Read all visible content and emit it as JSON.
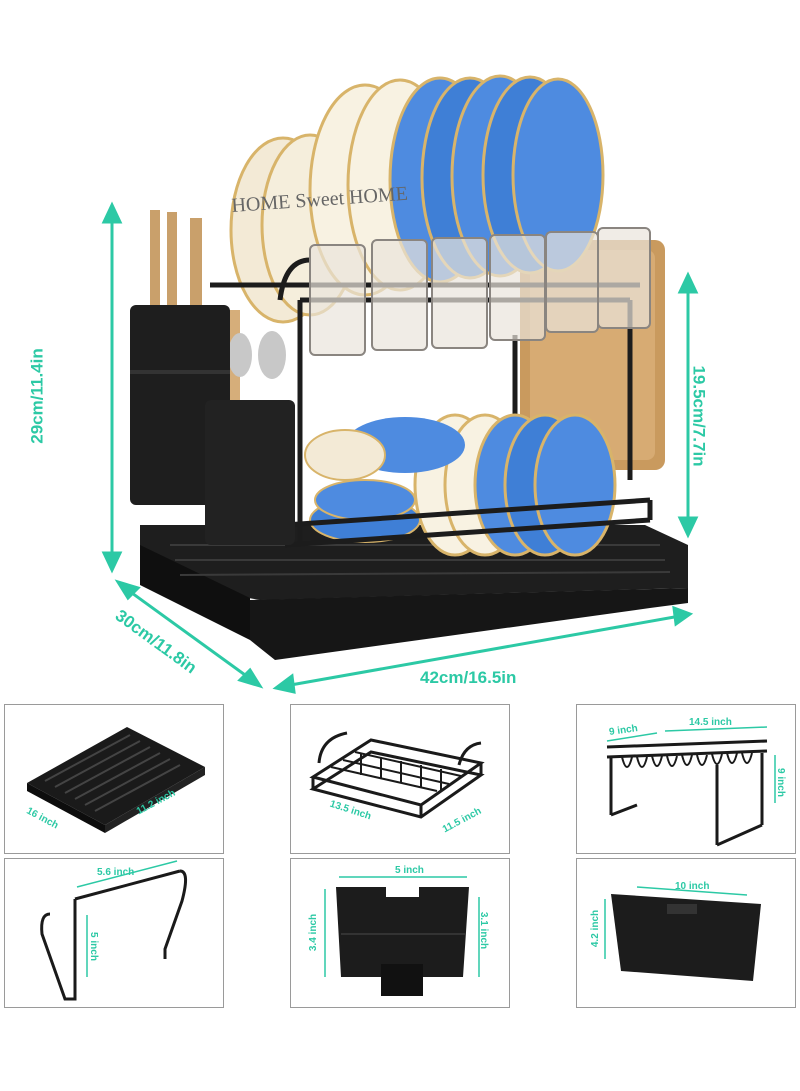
{
  "colors": {
    "accent": "#2cc9a5",
    "rack": "#1c1c1c",
    "plate_blue": "#3f7fd6",
    "plate_cream": "#f3ead6",
    "board": "#c99a5e"
  },
  "main": {
    "plate_text": "HOME Sweet HOME",
    "height_left": "29cm/11.4in",
    "height_right": "19.5cm/7.7in",
    "depth": "30cm/11.8in",
    "width": "42cm/16.5in"
  },
  "panels": [
    {
      "name": "drip-tray",
      "labels": [
        "16 inch",
        "11.2 inch"
      ]
    },
    {
      "name": "lower-rack",
      "labels": [
        "13.5 inch",
        "11.5 inch"
      ]
    },
    {
      "name": "upper-rack",
      "labels": [
        "9 inch",
        "14.5 inch",
        "9 inch"
      ]
    },
    {
      "name": "board-holder",
      "labels": [
        "5.6 inch",
        "5 inch"
      ]
    },
    {
      "name": "utensil-holder",
      "labels": [
        "5 inch",
        "3.4 inch",
        "3.1 inch"
      ]
    },
    {
      "name": "cup-box",
      "labels": [
        "10 inch",
        "4.2 inch"
      ]
    }
  ]
}
